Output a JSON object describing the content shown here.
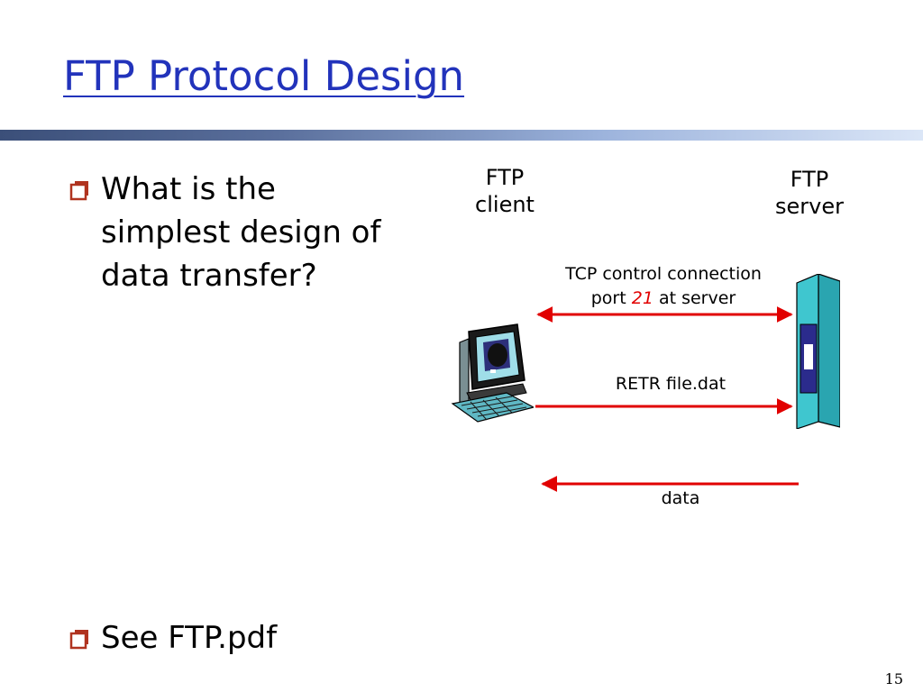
{
  "slide": {
    "title": "FTP Protocol Design",
    "page_number": "15"
  },
  "bullets": [
    {
      "lines": [
        "What is the",
        "simplest design of",
        "data transfer?"
      ]
    },
    {
      "lines": [
        "See FTP.pdf"
      ]
    }
  ],
  "diagram": {
    "client_label": [
      "FTP",
      "client"
    ],
    "server_label": [
      "FTP",
      "server"
    ],
    "control_label_line1": "TCP control connection",
    "control_label_port_prefix": "port ",
    "control_label_port_number": "21",
    "control_label_port_suffix": " at server",
    "retr_label": "RETR file.dat",
    "data_label": "data",
    "client_icon": "desktop-computer-icon",
    "server_icon": "server-tower-icon",
    "arrow_color": "#e10000"
  },
  "colors": {
    "title": "#2233bb",
    "bullet_box": "#b0331f"
  }
}
